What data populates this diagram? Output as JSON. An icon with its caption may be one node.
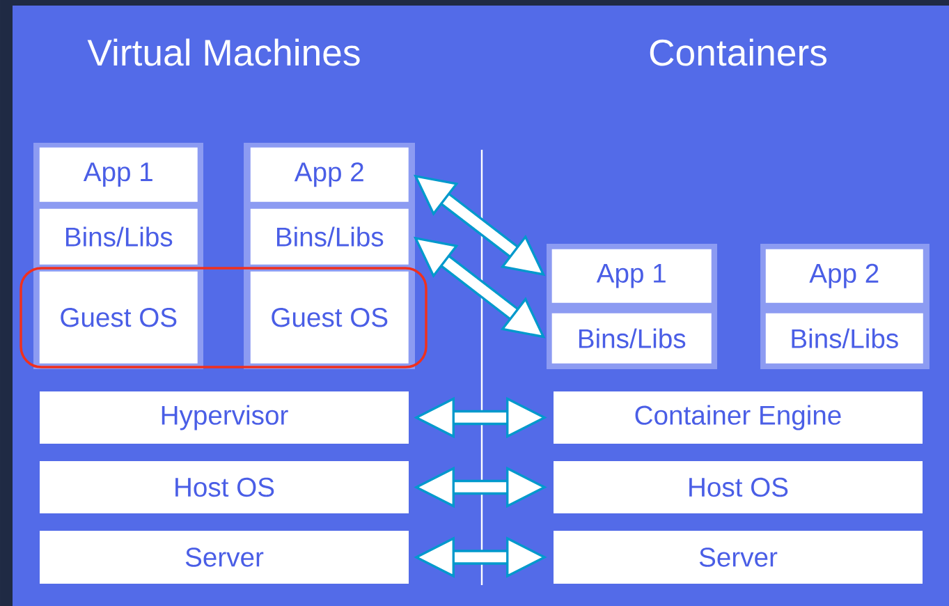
{
  "diagram": {
    "nodes": [
      {
        "text": [],
        "shape": "box"
      },
      {
        "text": [
          "App 1"
        ],
        "in": 0
      },
      {
        "text": [
          "Bins/Libs"
        ],
        "in": 0
      },
      {
        "text": [
          "Guest OS"
        ],
        "in": 0
      },
      {
        "text": [],
        "shape": "box"
      },
      {
        "text": [
          "App 2"
        ],
        "in": 4
      },
      {
        "text": [
          "Bins/Libs"
        ],
        "in": 4
      },
      {
        "text": [
          "Guest OS"
        ],
        "in": 4
      },
      {
        "text": [],
        "shape": "box"
      },
      {
        "text": [
          "App 1"
        ],
        "in": 8
      },
      {
        "text": [
          "Bins/Libs"
        ],
        "in": 8
      },
      {
        "text": [],
        "shape": "box"
      },
      {
        "text": [
          "App 2"
        ],
        "in": 11
      },
      {
        "text": [
          "Bins/Libs"
        ],
        "in": 11
      },
      {
        "text": [
          "Hypervisor"
        ]
      },
      {
        "text": [
          "Host OS"
        ]
      },
      {
        "text": [
          "Server"
        ]
      },
      {
        "text": [
          "Container Engine"
        ]
      },
      {
        "text": [
          "Host OS"
        ]
      },
      {
        "text": [
          "Server"
        ]
      }
    ],
    "edges": [
      {
        "from": 5,
        "to": 9,
        "arrow": "both"
      },
      {
        "from": 6,
        "to": 10,
        "arrow": "both"
      },
      {
        "from": 14,
        "to": 17,
        "arrow": "both"
      },
      {
        "from": 15,
        "to": 18,
        "arrow": "both"
      },
      {
        "from": 16,
        "to": 19,
        "arrow": "both"
      }
    ],
    "labels": [
      "Virtual Machines",
      "Containers"
    ]
  }
}
